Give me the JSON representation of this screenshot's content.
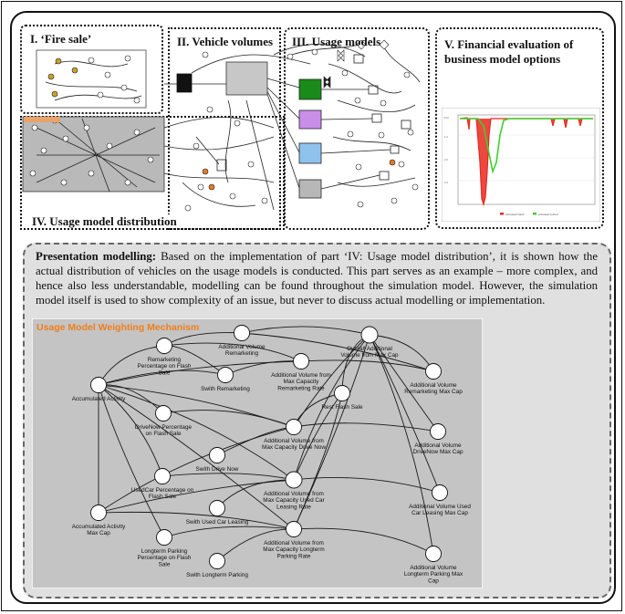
{
  "phases": {
    "fire_sale": "I. ‘Fire sale’",
    "vehicle_volumes": "II. Vehicle volumes",
    "usage_models": "III. Usage models",
    "usage_distribution": "IV. Usage model distribution",
    "financial_line1": "V. Financial evaluation of",
    "financial_line2": "business model options"
  },
  "presentation": {
    "heading": "Presentation modelling:",
    "body": "Based on the implementation of part ‘IV: Usage model distribution’, it is shown how the actual distribution of vehicles on the usage models is conducted. This part serves as an example – more complex, and hence also less understandable, modelling can be found throughout the simulation model. However, the simulation model itself is used to show complexity of an issue, but never to discuss actual modelling or implementation."
  },
  "weighting": {
    "title": "Usage Model Weighting Mechanism",
    "title_color": "#f07f1a",
    "nodes": [
      {
        "id": "remark_pct",
        "label": [
          "Remarketing",
          "Percentage on Flash",
          "Sale"
        ]
      },
      {
        "id": "add_vol_remark",
        "label": [
          "Additional Volume",
          "Remarketing"
        ]
      },
      {
        "id": "overall_add",
        "label": [
          "Overall Additional",
          "Volume from Max Cap"
        ]
      },
      {
        "id": "add_vol_remark_cap",
        "label": [
          "Additional Volume",
          "Remarketing Max Cap"
        ]
      },
      {
        "id": "add_vol_max_remark_rate",
        "label": [
          "Additional Volume from",
          "Max Capacity",
          "Remarketing Rate"
        ]
      },
      {
        "id": "rest_flash",
        "label": [
          "Rest Flash Sale"
        ]
      },
      {
        "id": "accum_activity",
        "label": [
          "Accumulated Activity"
        ]
      },
      {
        "id": "swith_remark",
        "label": [
          "Swith Remarketing"
        ]
      },
      {
        "id": "drivenow_pct",
        "label": [
          "DriveNow Percentage",
          "on Flash Sale"
        ]
      },
      {
        "id": "add_vol_max_drivenow",
        "label": [
          "Additional Volume from",
          "Max Capacity Drive Now"
        ]
      },
      {
        "id": "add_vol_drivenow_cap",
        "label": [
          "Additional Volume",
          "DriveNow Max Cap"
        ]
      },
      {
        "id": "swith_drivenow",
        "label": [
          "Swith Drive Now"
        ]
      },
      {
        "id": "usedcar_pct",
        "label": [
          "UsedCar Percentage on",
          "Flash Sale"
        ]
      },
      {
        "id": "add_vol_max_usedcar",
        "label": [
          "Additional Volume from",
          "Max Capacity Used Car",
          "Leasing Rate"
        ]
      },
      {
        "id": "add_vol_usedcar_cap",
        "label": [
          "Additional Volume Used",
          "Car Leasing Max Cap"
        ]
      },
      {
        "id": "swith_usedcar",
        "label": [
          "Swith Used Car Leasing"
        ]
      },
      {
        "id": "accum_activity_cap",
        "label": [
          "Accumulated Activity",
          "Max Cap"
        ]
      },
      {
        "id": "longterm_pct",
        "label": [
          "Longterm Parking",
          "Percentage on Flash",
          "Sale"
        ]
      },
      {
        "id": "add_vol_max_longterm",
        "label": [
          "Additional Volume from",
          "Max Capacity Longterm",
          "Parking Rate"
        ]
      },
      {
        "id": "swith_longterm",
        "label": [
          "Swith Longterm Parking"
        ]
      },
      {
        "id": "add_vol_longterm_cap",
        "label": [
          "Additional Volume",
          "Longterm Parking Max",
          "Cap"
        ]
      }
    ]
  },
  "financial_chart": {
    "legend": [
      "Activated Flash",
      "Activated (other)"
    ],
    "series_colors": [
      "#e8281e",
      "#3fd12c"
    ]
  },
  "usage_model_colors": [
    "#1a8a1a",
    "#c98ee8",
    "#8fc3ee",
    "#b7b7b7"
  ]
}
